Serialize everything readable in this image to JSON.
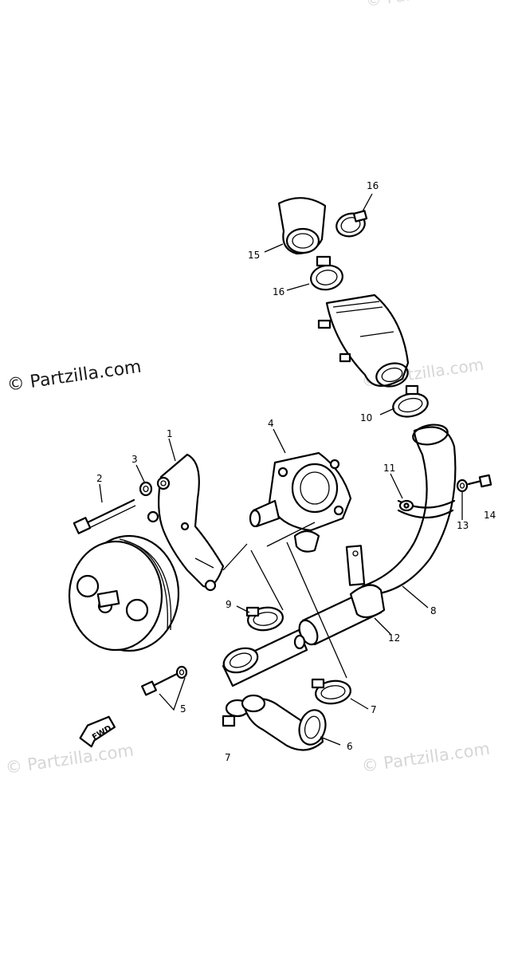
{
  "watermarks": [
    {
      "id": "wm-main",
      "text": "© Partzilla.com"
    },
    {
      "id": "wm-right-mid",
      "text": "© Partzilla.com"
    },
    {
      "id": "wm-left-bottom",
      "text": "© Partzilla.com"
    },
    {
      "id": "wm-right-bottom",
      "text": "© Partzilla.com"
    },
    {
      "id": "wm-top-right",
      "text": "© Partzilla.com"
    }
  ],
  "direction_arrow": {
    "label": "FWD"
  },
  "callouts": [
    {
      "id": "c1",
      "text": "1"
    },
    {
      "id": "c2",
      "text": "2"
    },
    {
      "id": "c3",
      "text": "3"
    },
    {
      "id": "c4",
      "text": "4"
    },
    {
      "id": "c5",
      "text": "5"
    },
    {
      "id": "c6",
      "text": "6"
    },
    {
      "id": "c7a",
      "text": "7"
    },
    {
      "id": "c7b",
      "text": "7"
    },
    {
      "id": "c8",
      "text": "8"
    },
    {
      "id": "c9",
      "text": "9"
    },
    {
      "id": "c10",
      "text": "10"
    },
    {
      "id": "c11",
      "text": "11"
    },
    {
      "id": "c12",
      "text": "12"
    },
    {
      "id": "c13",
      "text": "13"
    },
    {
      "id": "c14",
      "text": "14"
    },
    {
      "id": "c15",
      "text": "15"
    },
    {
      "id": "c16a",
      "text": "16"
    },
    {
      "id": "c16b",
      "text": "16"
    }
  ]
}
